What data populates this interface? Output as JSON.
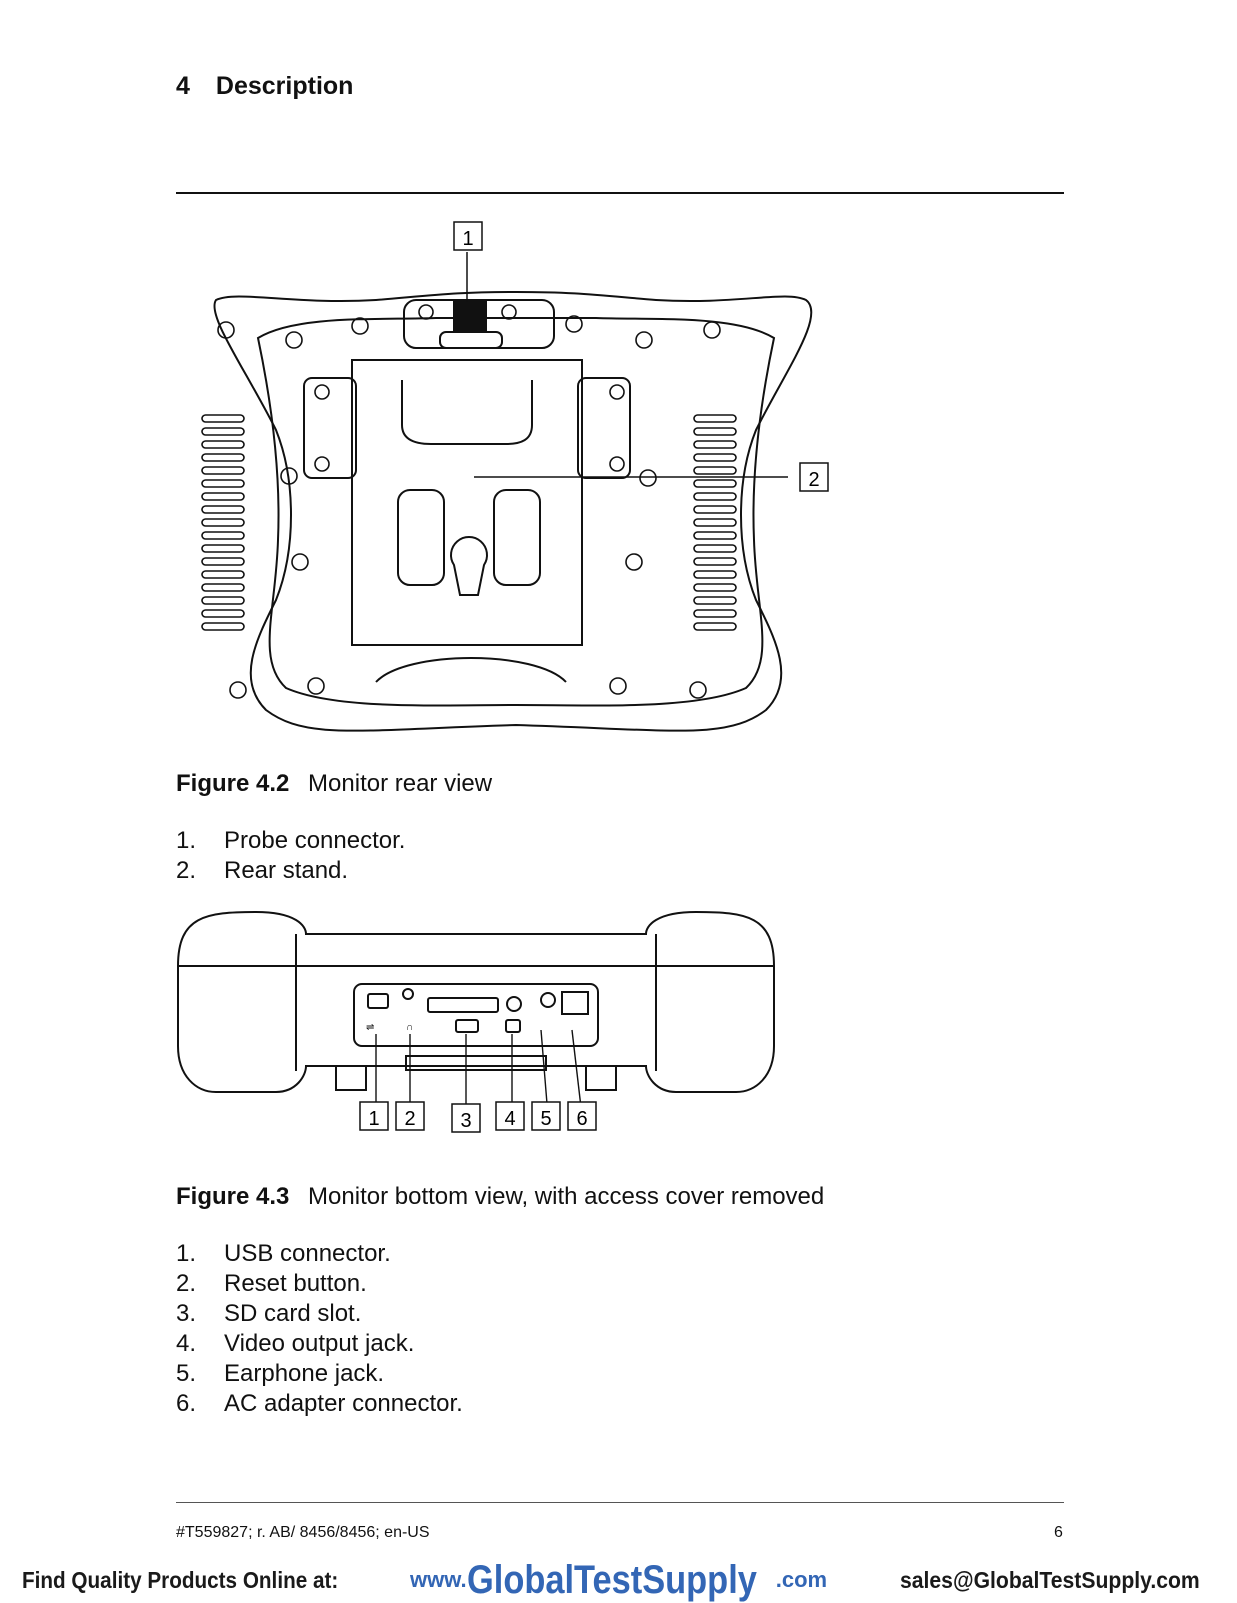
{
  "section": {
    "number": "4",
    "title": "Description"
  },
  "figure_4_2": {
    "callouts": [
      "1",
      "2"
    ],
    "caption_number": "Figure 4.2",
    "caption_text": "Monitor rear view",
    "items": [
      {
        "n": "1.",
        "text": "Probe connector."
      },
      {
        "n": "2.",
        "text": "Rear stand."
      }
    ]
  },
  "figure_4_3": {
    "callouts": [
      "1",
      "2",
      "3",
      "4",
      "5",
      "6"
    ],
    "caption_number": "Figure 4.3",
    "caption_text": "Monitor bottom view, with access cover removed",
    "items": [
      {
        "n": "1.",
        "text": "USB connector."
      },
      {
        "n": "2.",
        "text": "Reset button."
      },
      {
        "n": "3.",
        "text": "SD card slot."
      },
      {
        "n": "4.",
        "text": "Video output jack."
      },
      {
        "n": "5.",
        "text": "Earphone jack."
      },
      {
        "n": "6.",
        "text": "AC adapter connector."
      }
    ]
  },
  "footer": {
    "doc_id": "#T559827; r. AB/ 8456/8456; en-US",
    "page": "6"
  },
  "banner": {
    "left": "Find Quality Products Online at:",
    "url_prefix": "www.",
    "url_main": "GlobalTestSupply",
    "url_suffix": ".com",
    "email": "sales@GlobalTestSupply.com",
    "url_color": "#3366b5"
  }
}
